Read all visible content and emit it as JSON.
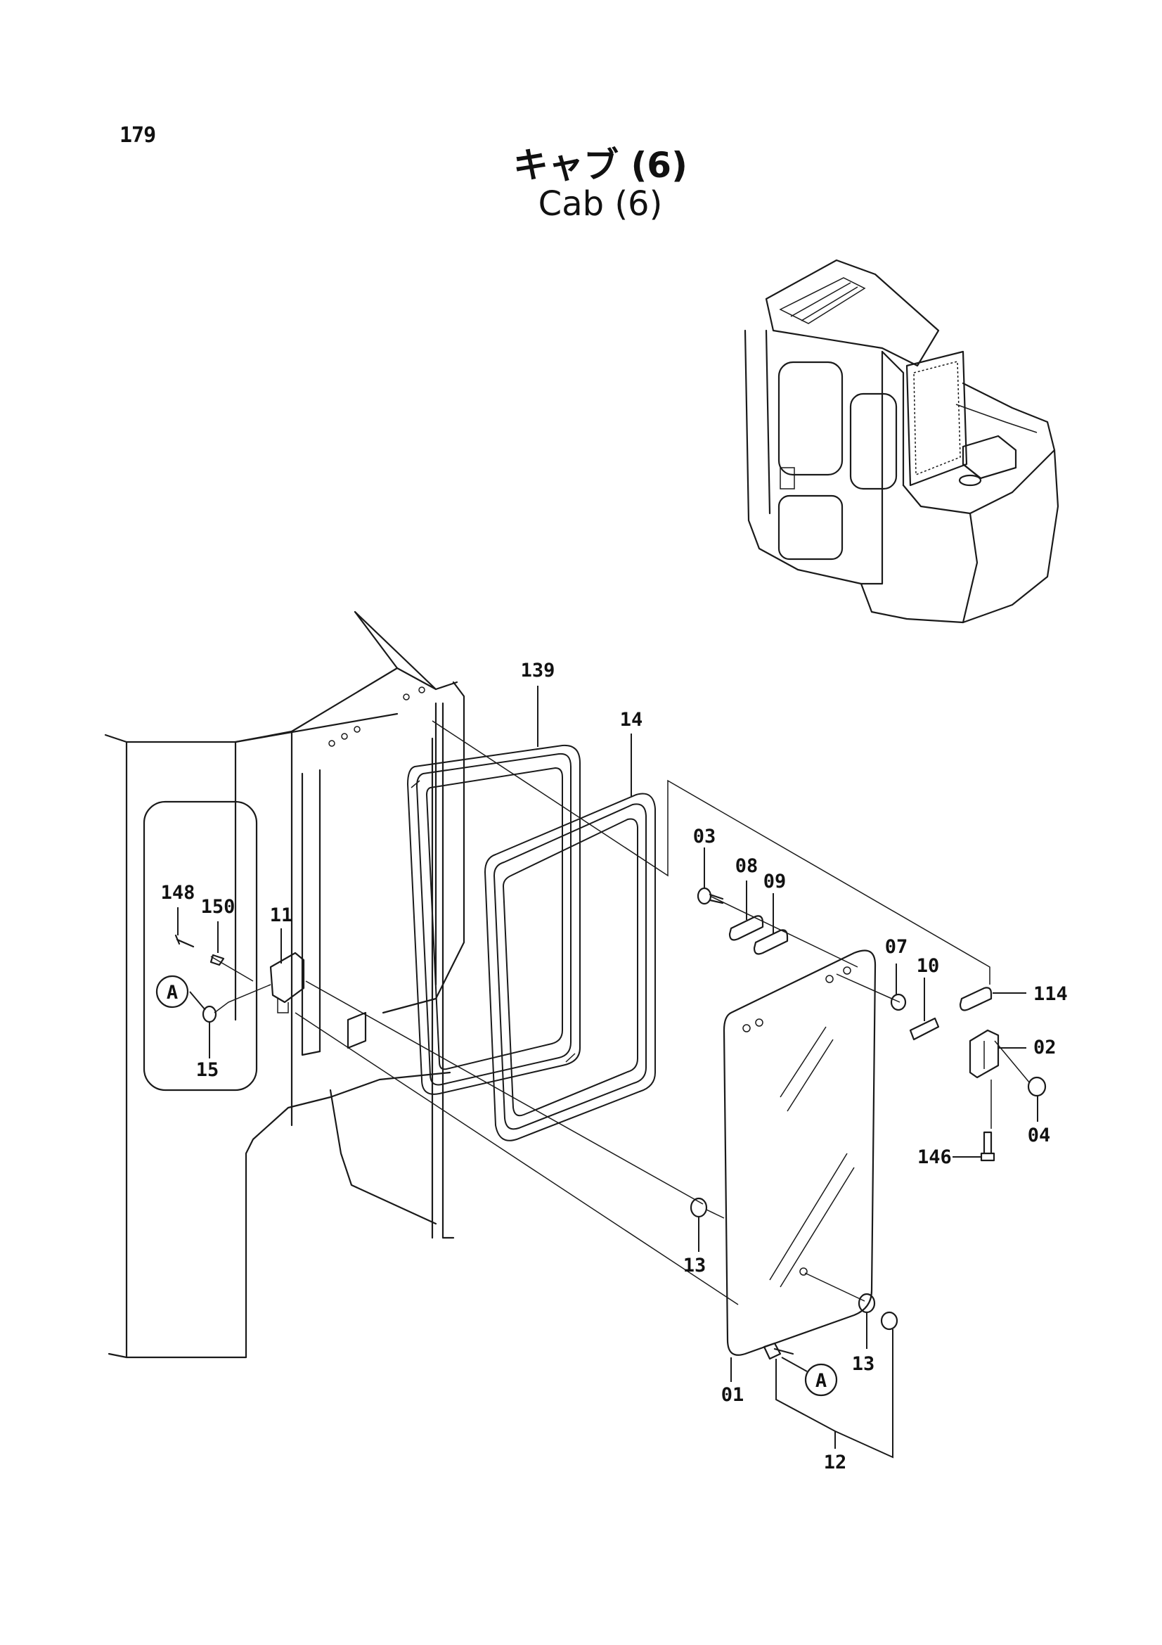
{
  "page_number": "179",
  "title_jp": "キャブ (6)",
  "title_en": "Cab (6)",
  "callouts": {
    "c139": "139",
    "c14": "14",
    "c03": "03",
    "c08": "08",
    "c09": "09",
    "c148": "148",
    "c150": "150",
    "c11": "11",
    "c15": "15",
    "c07": "07",
    "c10": "10",
    "c114": "114",
    "c02": "02",
    "c04": "04",
    "c146": "146",
    "c13a": "13",
    "c13b": "13",
    "c01": "01",
    "c12": "12"
  },
  "reference_marker": "A"
}
